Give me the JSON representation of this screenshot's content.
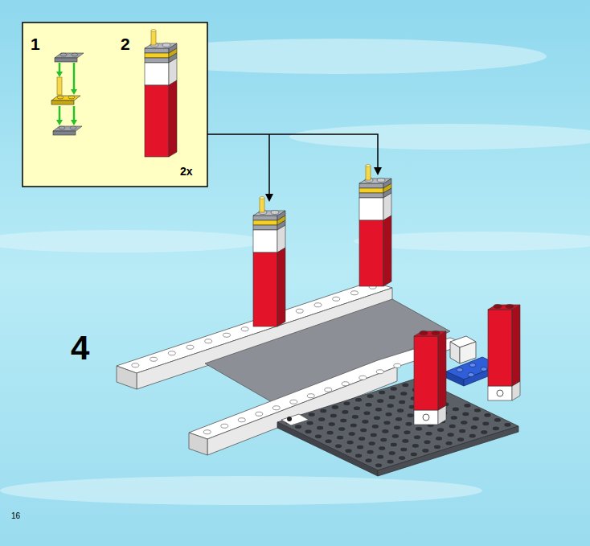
{
  "diagram": {
    "nodes": [
      {
        "text": [
          "1",
          "2",
          "2x"
        ]
      }
    ],
    "labels": [
      "4",
      "16"
    ]
  }
}
